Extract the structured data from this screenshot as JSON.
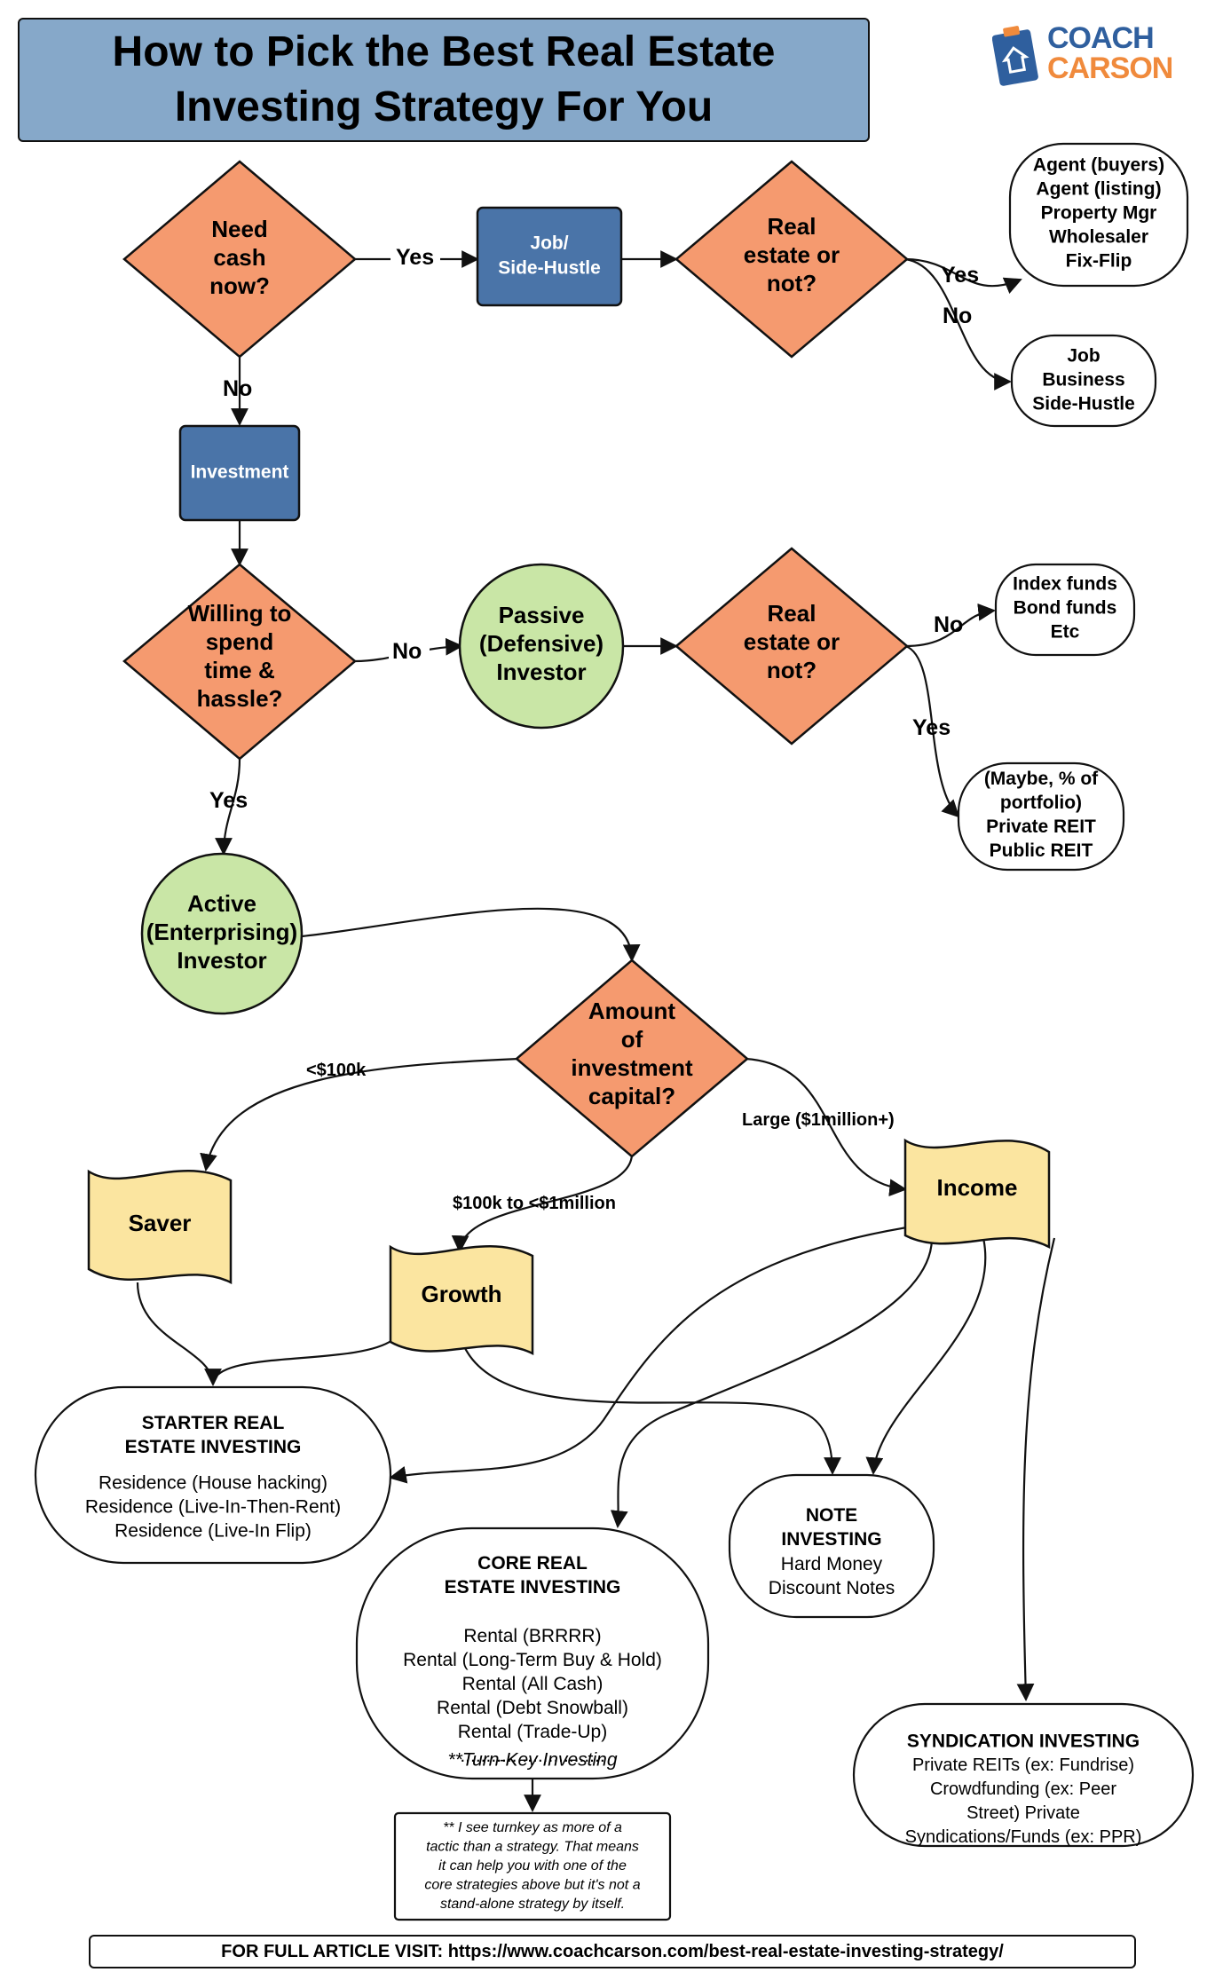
{
  "title": {
    "line1": "How to Pick the Best Real Estate",
    "line2": "Investing Strategy For You"
  },
  "logo": {
    "line1": "COACH",
    "line2": "CARSON"
  },
  "colors": {
    "decision": "#f59a6f",
    "process": "#4a74a8",
    "investor": "#c9e6a6",
    "document": "#fbe5a0",
    "title_bg": "#86a8c9"
  },
  "nodes": {
    "need_cash": [
      "Need",
      "cash",
      "now?"
    ],
    "job_side_hustle": [
      "Job/",
      "Side-Hustle"
    ],
    "real_estate_1": [
      "Real",
      "estate or",
      "not?"
    ],
    "outcome_agent": [
      "Agent (buyers)",
      "Agent (listing)",
      "Property Mgr",
      "Wholesaler",
      "Fix-Flip"
    ],
    "outcome_job": [
      "Job",
      "Business",
      "Side-Hustle"
    ],
    "investment": [
      "Investment"
    ],
    "willing": [
      "Willing to",
      "spend",
      "time &",
      "hassle?"
    ],
    "passive": [
      "Passive",
      "(Defensive)",
      "Investor"
    ],
    "real_estate_2": [
      "Real",
      "estate or",
      "not?"
    ],
    "outcome_index": [
      "Index funds",
      "Bond funds",
      "Etc"
    ],
    "outcome_reit": [
      "(Maybe, % of",
      "portfolio)",
      "Private REIT",
      "Public REIT"
    ],
    "active": [
      "Active",
      "(Enterprising)",
      "Investor"
    ],
    "capital": [
      "Amount",
      "of",
      "investment",
      "capital?"
    ],
    "saver": [
      "Saver"
    ],
    "growth": [
      "Growth"
    ],
    "income": [
      "Income"
    ],
    "starter": {
      "heading": [
        "STARTER REAL",
        "ESTATE INVESTING"
      ],
      "items": [
        "Residence (House hacking)",
        "Residence (Live-In-Then-Rent)",
        "Residence (Live-In Flip)"
      ]
    },
    "core": {
      "heading": [
        "CORE REAL",
        "ESTATE INVESTING"
      ],
      "items": [
        "Rental (BRRRR)",
        "Rental (Long-Term Buy & Hold)",
        "Rental (All Cash)",
        "Rental (Debt Snowball)",
        "Rental (Trade-Up)",
        "............................"
      ],
      "italic": "**Turn-Key Investing"
    },
    "note": {
      "heading": [
        "NOTE",
        "INVESTING"
      ],
      "items": [
        "Hard Money",
        "Discount Notes"
      ]
    },
    "syndication": {
      "heading": [
        "SYNDICATION INVESTING"
      ],
      "items": [
        "Private REITs (ex: Fundrise)",
        "Crowdfunding (ex: Peer",
        "Street) Private",
        "Syndications/Funds (ex: PPR)"
      ]
    },
    "turnkey_note": [
      "** I see turnkey as more of a",
      "tactic than a strategy. That means",
      "it can help you with one of the",
      "core strategies above but it's not a",
      "stand-alone strategy by itself."
    ]
  },
  "edge_labels": {
    "yes_1": "Yes",
    "no_1": "No",
    "yes_2": "Yes",
    "no_2": "No",
    "no_3": "No",
    "yes_3": "Yes",
    "no_4": "No",
    "yes_4": "Yes",
    "lt_100k": "<$100k",
    "mid": "$100k to <$1million",
    "large": "Large ($1million+)"
  },
  "footer": "FOR FULL ARTICLE VISIT: https://www.coachcarson.com/best-real-estate-investing-strategy/"
}
